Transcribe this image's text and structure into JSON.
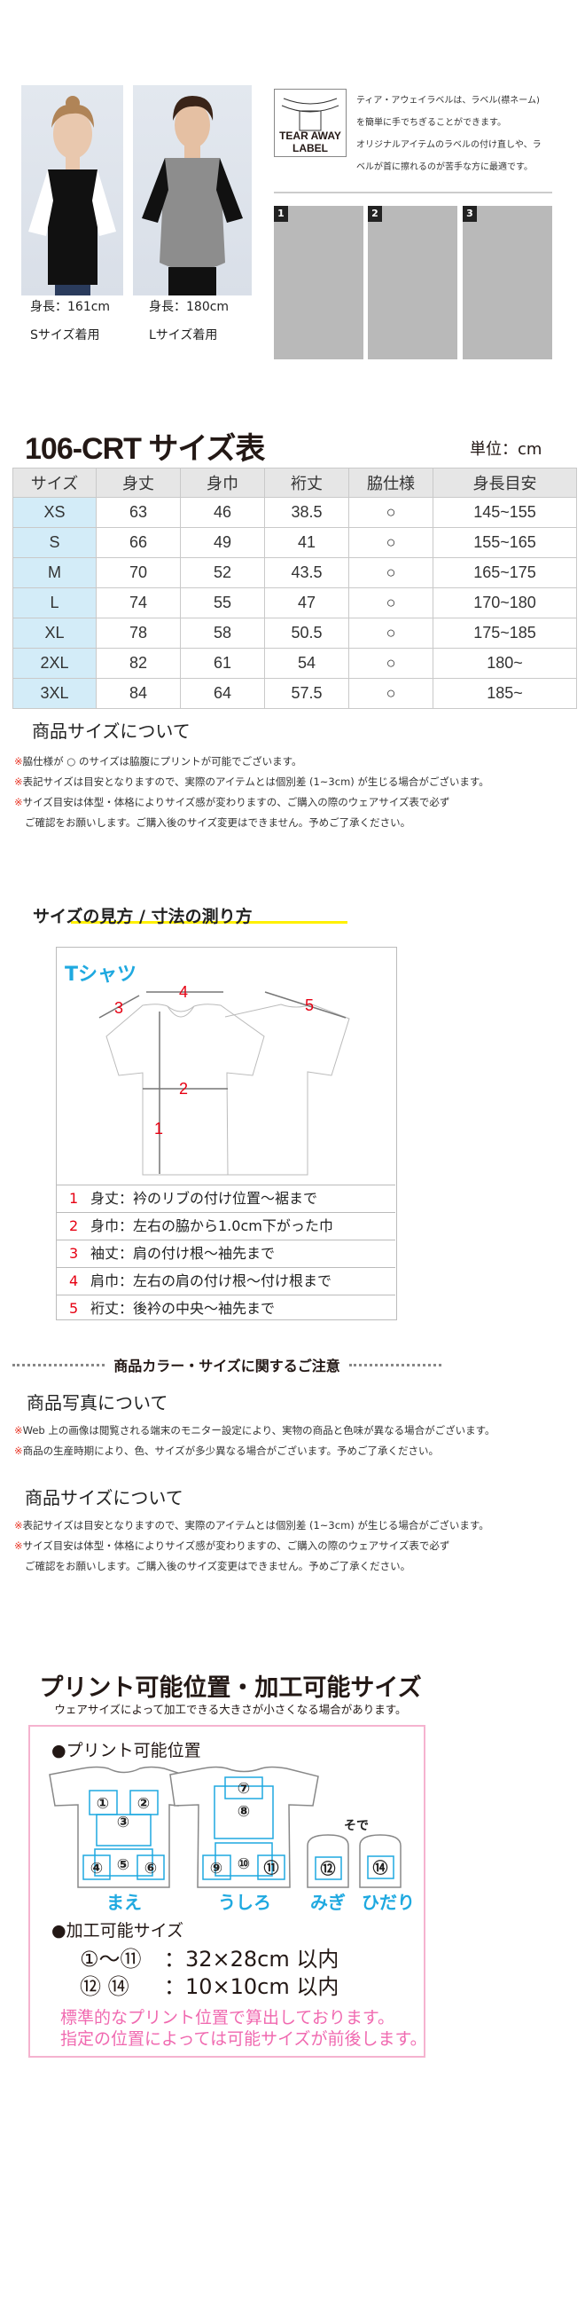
{
  "models": [
    {
      "height": "身長：161cm",
      "size": "Sサイズ着用"
    },
    {
      "height": "身長：180cm",
      "size": "Lサイズ着用"
    }
  ],
  "tear_away": {
    "logo_line1": "TEAR AWAY",
    "logo_line2": "LABEL",
    "lines": [
      "ティア・アウェイラベルは、ラベル(襟ネーム)",
      "を簡単に手でちぎることができます。",
      "オリジナルアイテムのラベルの付け直しや、ラ",
      "ベルが首に擦れるのが苦手な方に最適です。"
    ],
    "steps": [
      "1",
      "2",
      "3"
    ]
  },
  "size_table": {
    "title": "106-CRT サイズ表",
    "unit": "単位：cm",
    "headers": [
      "サイズ",
      "身丈",
      "身巾",
      "裄丈",
      "脇仕様",
      "身長目安"
    ],
    "rows": [
      [
        "XS",
        "63",
        "46",
        "38.5",
        "○",
        "145~155"
      ],
      [
        "S",
        "66",
        "49",
        "41",
        "○",
        "155~165"
      ],
      [
        "M",
        "70",
        "52",
        "43.5",
        "○",
        "165~175"
      ],
      [
        "L",
        "74",
        "55",
        "47",
        "○",
        "170~180"
      ],
      [
        "XL",
        "78",
        "58",
        "50.5",
        "○",
        "175~185"
      ],
      [
        "2XL",
        "82",
        "61",
        "54",
        "○",
        "180~"
      ],
      [
        "3XL",
        "84",
        "64",
        "57.5",
        "○",
        "185~"
      ]
    ],
    "notes_title": "商品サイズについて",
    "notes": [
      {
        "mark": "※",
        "text": "脇仕様が ○ のサイズは脇腹にプリントが可能でございます。"
      },
      {
        "mark": "※",
        "text": "表記サイズは目安となりますので、実際のアイテムとは個別差 (1~3cm) が生じる場合がございます。"
      },
      {
        "mark": "※",
        "text": "サイズ目安は体型・体格によりサイズ感が変わりますの、ご購入の際のウェアサイズ表で必ず"
      },
      {
        "mark": "",
        "text": "ご確認をお願いします。ご購入後のサイズ変更はできません。予めご了承ください。"
      }
    ]
  },
  "measure": {
    "title": "サイズの見方 / 寸法の測り方",
    "garment": "Tシャツ",
    "marks": [
      "1",
      "2",
      "3",
      "4",
      "5"
    ],
    "items": [
      {
        "num": "1",
        "text": "身丈：衿のリブの付け位置～裾まで"
      },
      {
        "num": "2",
        "text": "身巾：左右の脇から1.0cm下がった巾"
      },
      {
        "num": "3",
        "text": "袖丈：肩の付け根～袖先まで"
      },
      {
        "num": "4",
        "text": "肩巾：左右の肩の付け根～付け根まで"
      },
      {
        "num": "5",
        "text": "裄丈：後衿の中央～袖先まで"
      }
    ]
  },
  "caution": {
    "title": "商品カラー・サイズに関するご注意",
    "photo_title": "商品写真について",
    "photo_notes": [
      {
        "mark": "※",
        "text": "Web 上の画像は閲覧される端末のモニター設定により、実物の商品と色味が異なる場合がございます。"
      },
      {
        "mark": "※",
        "text": "商品の生産時期により、色、サイズが多少異なる場合がございます。予めご了承ください。"
      }
    ],
    "size_title": "商品サイズについて",
    "size_notes": [
      {
        "mark": "※",
        "text": "表記サイズは目安となりますので、実際のアイテムとは個別差 (1~3cm) が生じる場合がございます。"
      },
      {
        "mark": "※",
        "text": "サイズ目安は体型・体格によりサイズ感が変わりますの、ご購入の際のウェアサイズ表で必ず"
      },
      {
        "mark": "",
        "text": "ご確認をお願いします。ご購入後のサイズ変更はできません。予めご了承ください。"
      }
    ]
  },
  "print": {
    "title": "プリント可能位置・加工可能サイズ",
    "subtitle": "ウェアサイズによって加工できる大きさが小さくなる場合があります。",
    "positions_title": "●プリント可能位置",
    "sleeve_label": "そで",
    "labels": {
      "front": "まえ",
      "back": "うしろ",
      "right": "みぎ",
      "left": "ひだり"
    },
    "marks": {
      "p1": "①",
      "p2": "②",
      "p3": "③",
      "p4": "④",
      "p5": "⑤",
      "p6": "⑥",
      "p7": "⑦",
      "p8": "⑧",
      "p9": "⑨",
      "p10": "⑩",
      "p11": "⑪",
      "p12": "⑫",
      "p14": "⑭"
    },
    "sizes_title": "●加工可能サイズ",
    "sizes": [
      {
        "range": "①～⑪",
        "value": "：32×28cm 以内"
      },
      {
        "range": "⑫ ⑭",
        "value": "：10×10cm 以内"
      }
    ],
    "notes": [
      "標準的なプリント位置で算出しております。",
      "指定の位置によっては可能サイズが前後します。"
    ],
    "accent": "#1fa9e0",
    "note_color": "#f06ab0"
  }
}
